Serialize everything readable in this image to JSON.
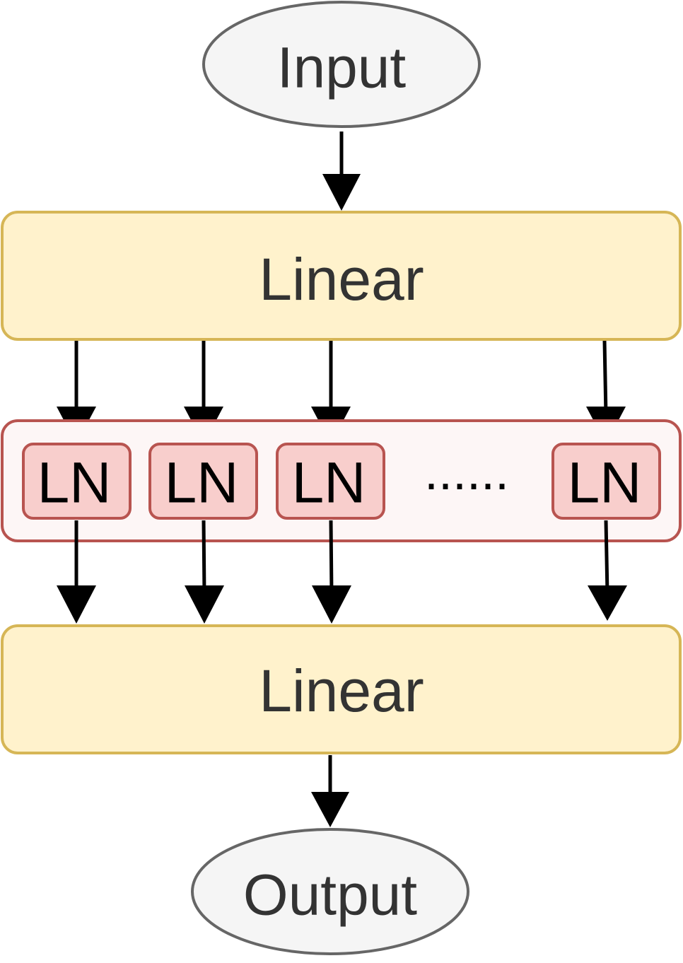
{
  "nodes": {
    "input": {
      "label": "Input"
    },
    "linear_top": {
      "label": "Linear"
    },
    "ln_blocks": [
      {
        "label": "LN"
      },
      {
        "label": "LN"
      },
      {
        "label": "LN"
      },
      {
        "label": "LN"
      }
    ],
    "ellipsis": {
      "label": "......"
    },
    "linear_bottom": {
      "label": "Linear"
    },
    "output": {
      "label": "Output"
    }
  },
  "colors": {
    "terminal_fill": "#f5f5f5",
    "terminal_stroke": "#666666",
    "linear_fill": "#fff2cc",
    "linear_stroke": "#d6b656",
    "ln_group_fill": "#fdf6f6",
    "ln_group_stroke": "#b85450",
    "ln_fill": "#f8cecc",
    "ln_stroke": "#b85450",
    "label_dark": "#333333",
    "label_black": "#000000",
    "arrow": "#000000"
  }
}
